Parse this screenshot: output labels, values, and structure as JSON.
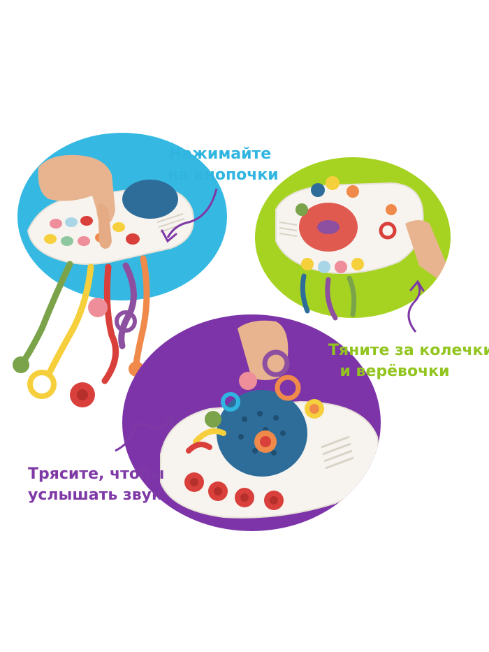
{
  "captions": {
    "press": {
      "line1": "Нажимайте",
      "line2": "на кнопочки",
      "color": "#2fb5e0"
    },
    "pull": {
      "line1": "Тяните за колечки",
      "line2": "и верёвочки",
      "color": "#92c51f"
    },
    "shake": {
      "line1": "Трясите, чтобы",
      "line2": "услышать звук",
      "color": "#7e39a6"
    }
  },
  "colors": {
    "blue_disc": "#35b9e3",
    "green_disc": "#a6d321",
    "purple_disc": "#7d34a8",
    "toy_white": "#f7f4ef",
    "toy_blue": "#2e6d9a",
    "toy_red": "#d9403b",
    "toy_orange": "#f08a4b",
    "toy_yellow": "#f6cf3c",
    "toy_green": "#7aa34a",
    "toy_purple": "#8d4fa0",
    "toy_pink": "#ee8e9a",
    "skin": "#e8b48f"
  }
}
